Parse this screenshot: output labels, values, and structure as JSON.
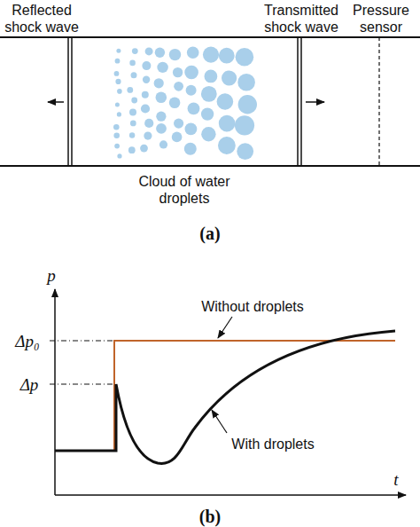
{
  "diagram": {
    "labels": [
      "Reflected shock wave",
      "Transmitted shock wave",
      "Pressure sensor",
      "Cloud of water droplets",
      "(a)",
      "p",
      "Δp₀",
      "Δp",
      "Without droplets",
      "With droplets",
      "t",
      "(b)"
    ]
  }
}
